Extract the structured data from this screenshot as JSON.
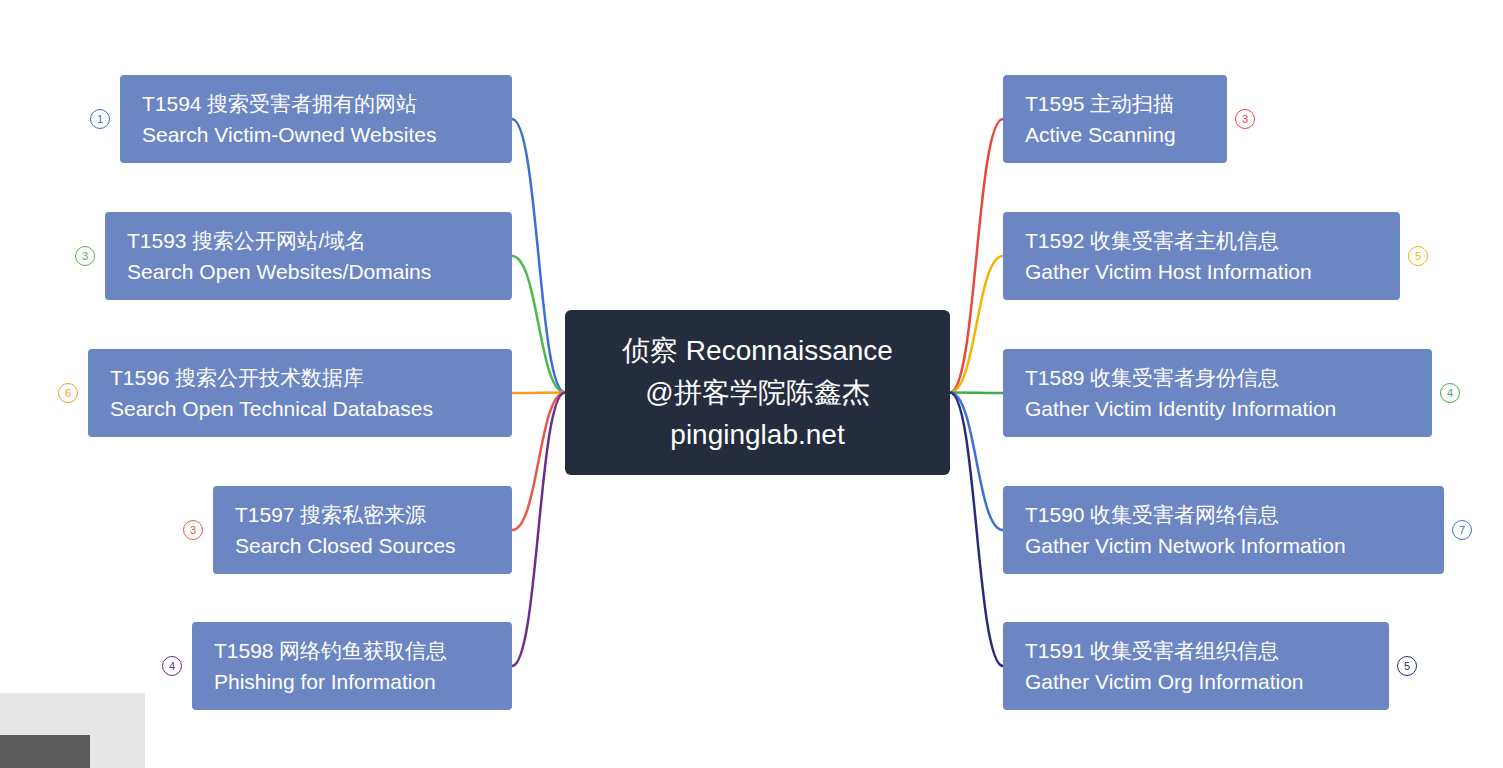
{
  "diagram": {
    "nodes": [
      {
        "text": [
          "侦察 Reconnaissance",
          "@拼客学院陈鑫杰",
          "pinginglab.net"
        ]
      },
      {
        "text": [
          "T1594 搜索受害者拥有的网站",
          "Search Victim-Owned Websites"
        ]
      },
      {
        "text": [
          "T1593 搜索公开网站/域名",
          "Search Open Websites/Domains"
        ]
      },
      {
        "text": [
          "T1596 搜索公开技术数据库",
          "Search Open Technical Databases"
        ]
      },
      {
        "text": [
          "T1597 搜索私密来源",
          "Search Closed Sources"
        ]
      },
      {
        "text": [
          "T1598 网络钓鱼获取信息",
          "Phishing for Information"
        ]
      },
      {
        "text": [
          "T1595 主动扫描",
          "Active Scanning"
        ]
      },
      {
        "text": [
          "T1592 收集受害者主机信息",
          "Gather Victim Host Information"
        ]
      },
      {
        "text": [
          "T1589 收集受害者身份信息",
          "Gather Victim Identity Information"
        ]
      },
      {
        "text": [
          "T1590 收集受害者网络信息",
          "Gather Victim Network Information"
        ]
      },
      {
        "text": [
          "T1591 收集受害者组织信息",
          "Gather Victim Org Information"
        ]
      },
      {
        "text": [
          "1"
        ]
      },
      {
        "text": [
          "3"
        ]
      },
      {
        "text": [
          "6"
        ]
      },
      {
        "text": [
          "3"
        ]
      },
      {
        "text": [
          "4"
        ]
      },
      {
        "text": [
          "3"
        ]
      },
      {
        "text": [
          "5"
        ]
      },
      {
        "text": [
          "4"
        ]
      },
      {
        "text": [
          "7"
        ]
      },
      {
        "text": [
          "5"
        ]
      }
    ],
    "edges": [
      {
        "from": 0,
        "to": 1,
        "arrow": "none"
      },
      {
        "from": 0,
        "to": 2,
        "arrow": "none"
      },
      {
        "from": 0,
        "to": 3,
        "arrow": "none"
      },
      {
        "from": 0,
        "to": 4,
        "arrow": "none"
      },
      {
        "from": 0,
        "to": 5,
        "arrow": "none"
      },
      {
        "from": 0,
        "to": 6,
        "arrow": "none"
      },
      {
        "from": 0,
        "to": 7,
        "arrow": "none"
      },
      {
        "from": 0,
        "to": 8,
        "arrow": "none"
      },
      {
        "from": 0,
        "to": 9,
        "arrow": "none"
      },
      {
        "from": 0,
        "to": 10,
        "arrow": "none"
      }
    ]
  }
}
